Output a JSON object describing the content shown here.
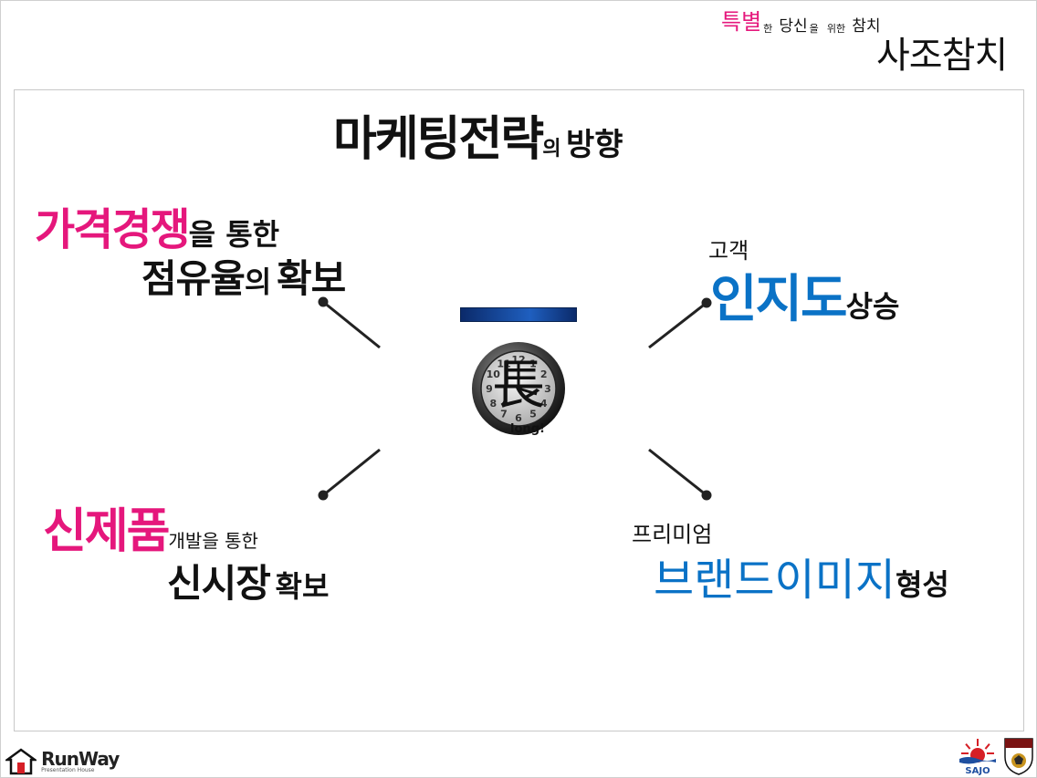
{
  "header": {
    "tagline": {
      "special": "특별",
      "han": "한",
      "dangsin": "당신",
      "eul": "을",
      "wihan": "위한",
      "chamchi": "참치"
    },
    "brand_name": "사조참치"
  },
  "slide": {
    "title": {
      "main": "마케팅전략",
      "particle": "의",
      "rest": "방향"
    },
    "top_left": {
      "highlight": "가격경쟁",
      "suffix": "을 통한",
      "line2_main": "점유율",
      "line2_particle": "의",
      "line2_rest": "확보"
    },
    "top_right": {
      "prefix": "고객",
      "highlight": "인지도",
      "suffix": "상승"
    },
    "bottom_left": {
      "highlight": "신제품",
      "suffix": "개발을 통한",
      "line2_main": "신시장",
      "line2_rest": "확보"
    },
    "bottom_right": {
      "prefix": "프리미엄",
      "highlight": "브랜드이미지",
      "suffix": "형성"
    },
    "center": {
      "hanja": "長",
      "caption": "long!",
      "clock_numbers": [
        "12",
        "1",
        "2",
        "3",
        "4",
        "5",
        "6",
        "7",
        "8",
        "9",
        "10",
        "11"
      ]
    }
  },
  "footer": {
    "left_logo_main": "RunWay",
    "left_logo_sub": "Presentation House",
    "right_logo_text": "SAJO"
  },
  "colors": {
    "pink": "#e5177c",
    "blue": "#0a72c6",
    "bar_dark": "#0b2a6a",
    "logo_red": "#d61f26"
  }
}
